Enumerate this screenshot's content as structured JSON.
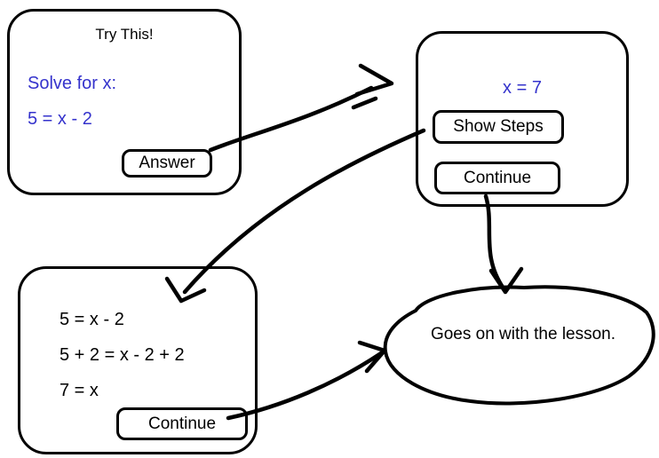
{
  "canvas": {
    "background": "#ffffff",
    "ink": "#000000",
    "accent": "#3533cc"
  },
  "try_this_card": {
    "title": "Try This!",
    "prompt": "Solve for x:",
    "equation": "5 = x - 2",
    "answer_button": "Answer"
  },
  "result_card": {
    "result": "x = 7",
    "show_steps_button": "Show Steps",
    "continue_button": "Continue"
  },
  "steps_card": {
    "lines": [
      "5 = x - 2",
      "5 + 2 = x - 2 + 2",
      "7 = x"
    ],
    "continue_button": "Continue"
  },
  "lesson_blob": {
    "label": "Goes on with the lesson."
  },
  "edges": [
    {
      "from": "answer-button",
      "to": "result-card"
    },
    {
      "from": "show-steps-button",
      "to": "steps-card"
    },
    {
      "from": "continue-button-result",
      "to": "lesson-blob"
    },
    {
      "from": "continue-button-steps",
      "to": "lesson-blob"
    }
  ]
}
